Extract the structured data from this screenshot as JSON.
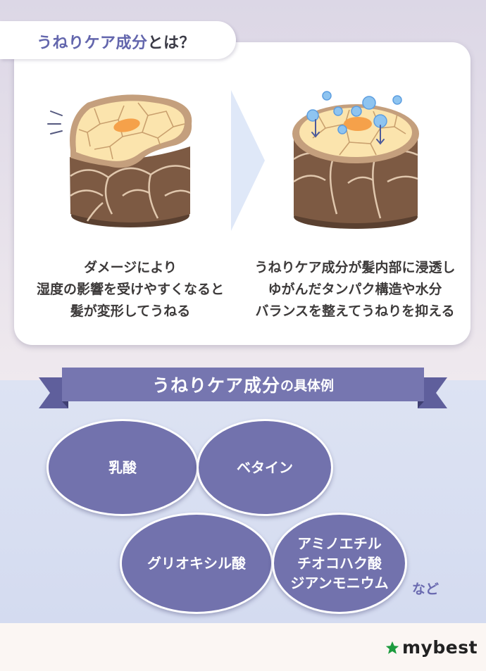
{
  "header": {
    "title_highlight": "うねりケア成分",
    "title_rest": "とは？"
  },
  "left_panel": {
    "caption_lines": [
      "ダメージにより",
      "湿度の影響を受けやすくなると",
      "髪が変形してうねる"
    ]
  },
  "right_panel": {
    "caption_lines": [
      "うねりケア成分が髪内部に浸透し",
      "ゆがんだタンパク構造や水分",
      "バランスを整えてうねりを抑える"
    ]
  },
  "examples": {
    "title_big": "うねりケア成分",
    "title_small": "の具体例",
    "items": [
      {
        "lines": [
          "乳酸"
        ]
      },
      {
        "lines": [
          "ベタイン"
        ]
      },
      {
        "lines": [
          "グリオキシル酸"
        ]
      },
      {
        "lines": [
          "アミノエチル",
          "チオコハク酸",
          "ジアンモニウム"
        ]
      }
    ],
    "suffix": "など"
  },
  "brand": {
    "name": "mybest",
    "icon": "star-icon",
    "accent": "#1c9b3e"
  },
  "colors": {
    "purple": "#7272ad",
    "title_purple": "#6366ad"
  }
}
